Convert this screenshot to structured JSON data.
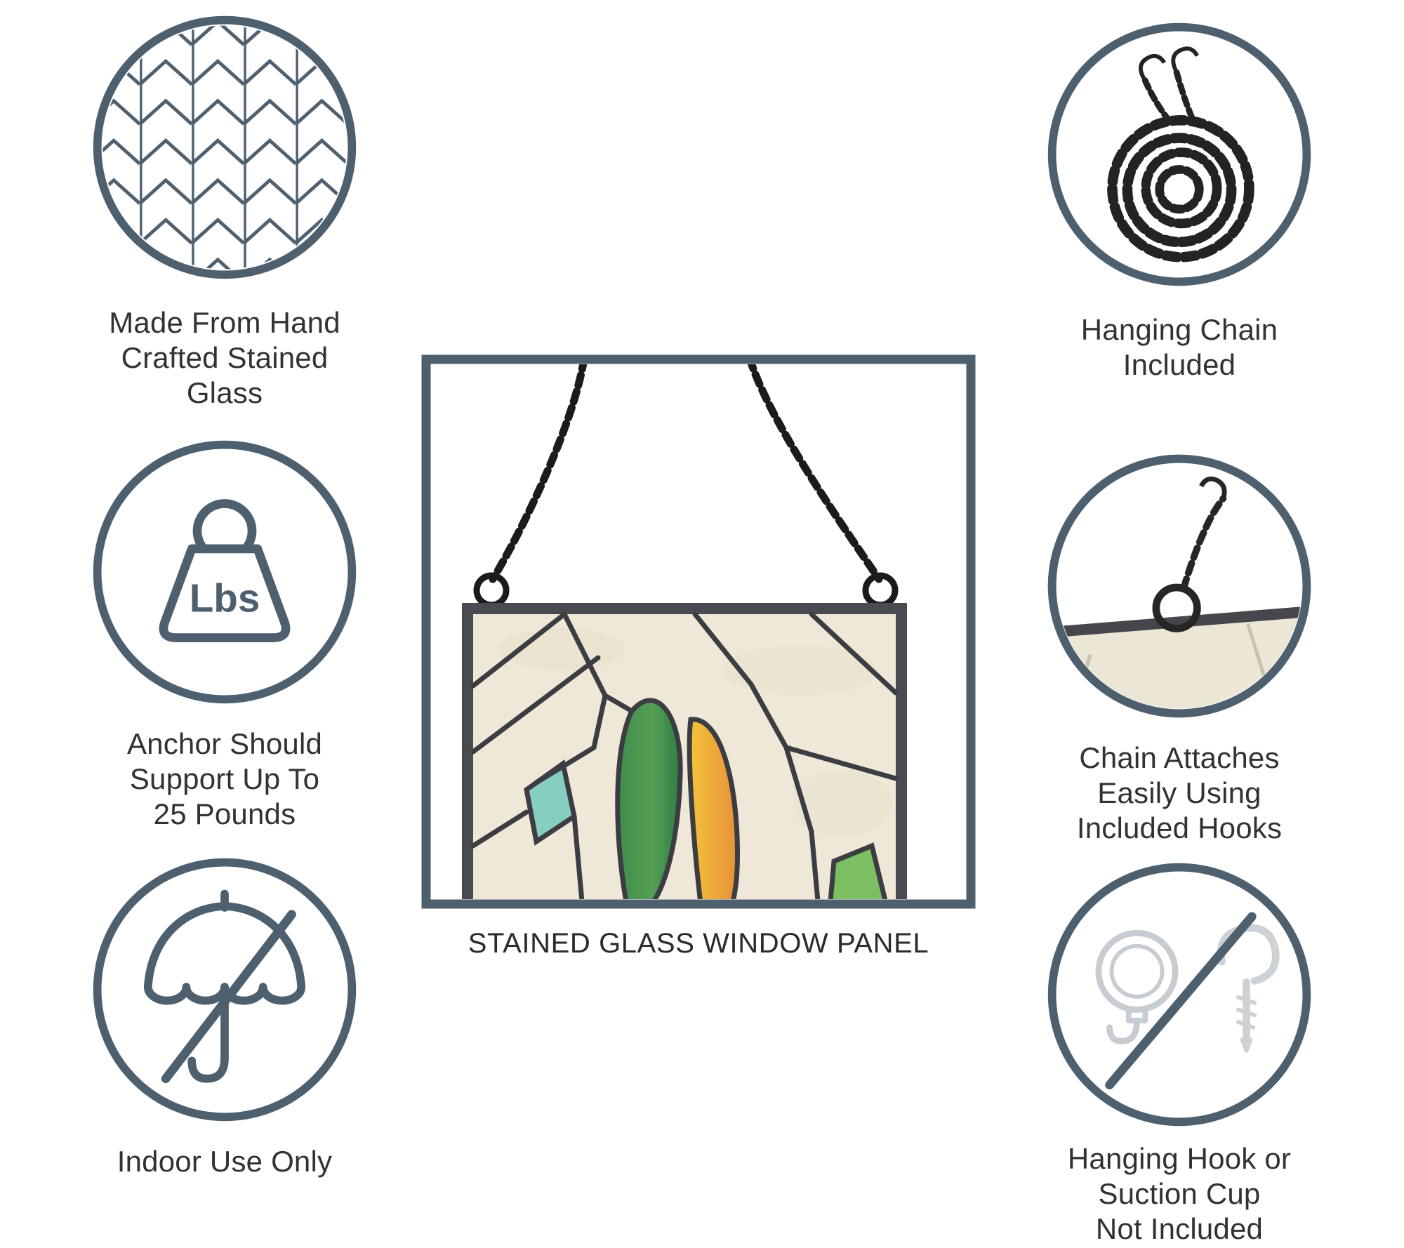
{
  "colors": {
    "accent": "#4e5f6e",
    "text": "#323232",
    "chain": "#1c1c1c",
    "glass_cream": "#efe8d8",
    "glass_teal": "#86cfc0",
    "glass_green": "#47934d",
    "glass_yellow": "#f0b43a",
    "glass_light_green": "#7cbf63",
    "lead_line": "#3c3d42"
  },
  "left_features": [
    {
      "name": "stained-glass",
      "caption": "Made From Hand\nCrafted Stained\nGlass"
    },
    {
      "name": "weight-limit",
      "icon_label": "Lbs",
      "caption": "Anchor Should\nSupport Up To\n25 Pounds"
    },
    {
      "name": "indoor-only",
      "caption": "Indoor Use Only"
    }
  ],
  "right_features": [
    {
      "name": "hanging-chain",
      "caption": "Hanging Chain\nIncluded"
    },
    {
      "name": "chain-attach",
      "caption": "Chain Attaches\nEasily Using\nIncluded Hooks"
    },
    {
      "name": "no-hook",
      "caption": "Hanging Hook or\nSuction Cup\nNot Included"
    }
  ],
  "center": {
    "caption": "STAINED GLASS WINDOW PANEL"
  }
}
